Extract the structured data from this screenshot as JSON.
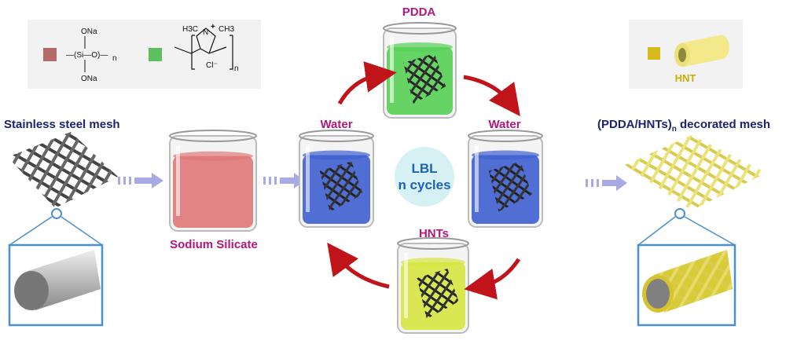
{
  "legend_left": {
    "silicate": {
      "swatch_color": "#b56a6a",
      "top": "ONa",
      "chain": "—(Si—O)—",
      "sub": "n",
      "bottom": "ONa"
    },
    "pdda": {
      "swatch_color": "#5cc05c",
      "top_left": "H3C",
      "top_right": "CH3",
      "charge": "+",
      "atom": "N",
      "counter_ion": "Cl⁻",
      "sub": "n"
    }
  },
  "legend_right": {
    "swatch_color": "#d4bb1a",
    "label": "HNT"
  },
  "labels": {
    "start_mesh": "Stainless steel mesh",
    "sodium_silicate": "Sodium Silicate",
    "water_left": "Water",
    "pdda": "PDDA",
    "water_right": "Water",
    "hnts": "HNTs",
    "lbl_line1": "LBL",
    "lbl_line2": "n cycles",
    "final_mesh_prefix": "(PDDA/HNTs)",
    "final_mesh_sub": "n",
    "final_mesh_suffix": " decorated mesh"
  },
  "colors": {
    "silicate": "#e07878",
    "water": "#3f5fd0",
    "pdda": "#55d055",
    "hnts": "#d6e640",
    "arrow_red": "#c0141a",
    "arrow_blue": "#a9a9e6",
    "zoom_box": "#4a90d0"
  }
}
